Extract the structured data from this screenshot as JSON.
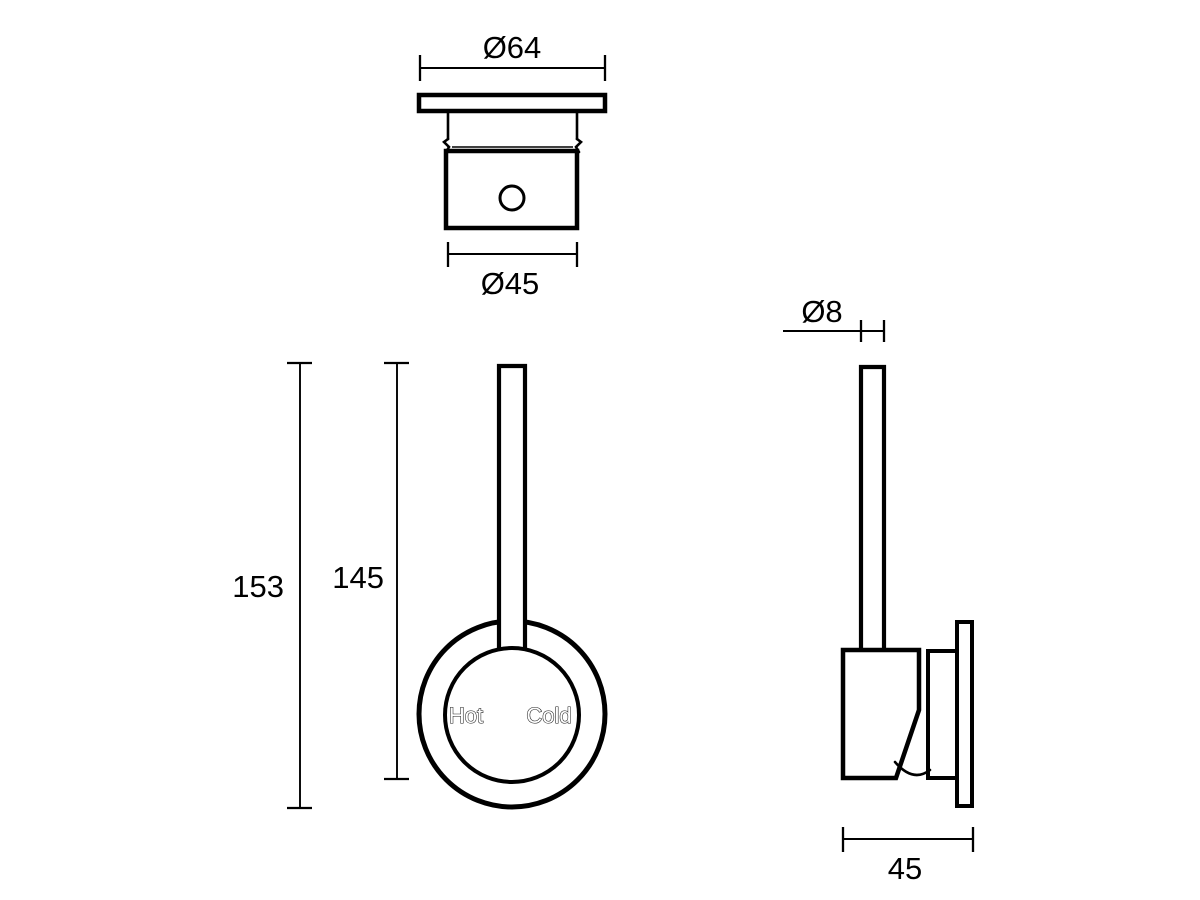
{
  "drawing": {
    "background": "#ffffff",
    "line_color": "#000000",
    "top_view": {
      "dia_flange": "Ø64",
      "dia_body": "Ø45"
    },
    "front_view": {
      "dim_overall_height": "153",
      "dim_handle_height": "145",
      "label_hot": "Hot",
      "label_cold": "Cold"
    },
    "side_view": {
      "dia_handle_stem": "Ø8",
      "dim_depth": "45"
    }
  }
}
